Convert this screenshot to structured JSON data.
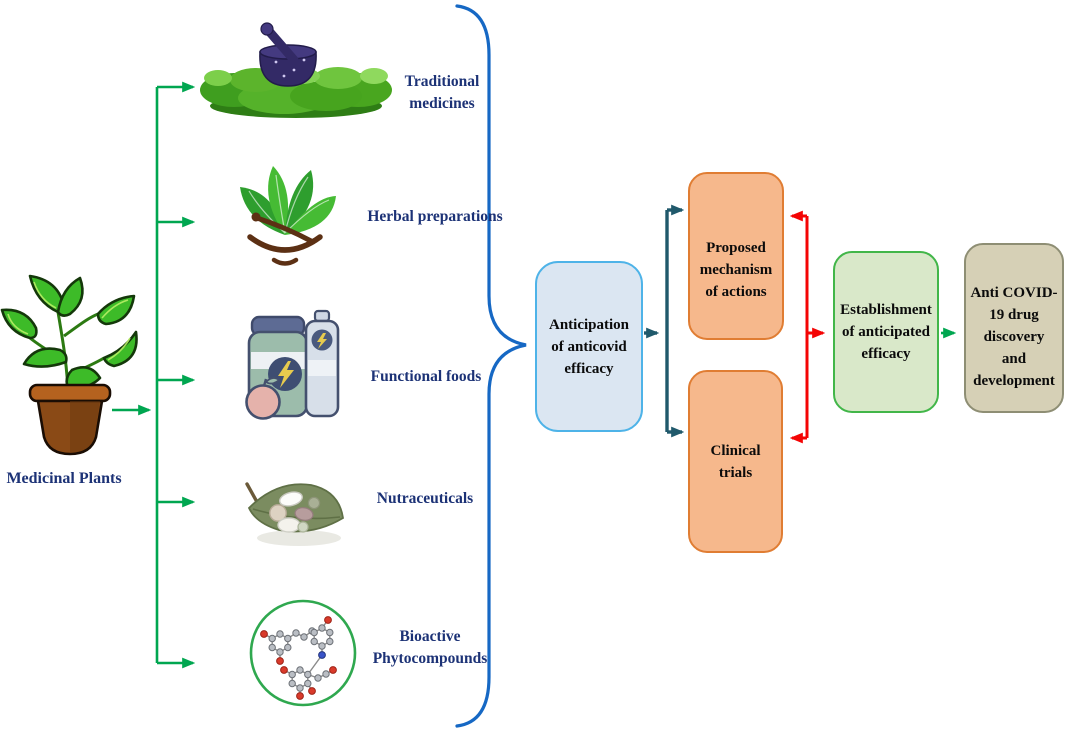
{
  "diagram": {
    "source_label": "Medicinal Plants",
    "source_icon": "potted-plant-icon",
    "branches": [
      {
        "label": "Traditional medicines",
        "icon": "mortar-pestle-herbs-icon"
      },
      {
        "label": "Herbal preparations",
        "icon": "leaves-bowl-icon"
      },
      {
        "label": "Functional foods",
        "icon": "supplement-bottles-icon"
      },
      {
        "label": "Nutraceuticals",
        "icon": "leaf-with-pills-icon"
      },
      {
        "label": "Bioactive Phytocompounds",
        "icon": "phytocompound-molecules-icon"
      }
    ],
    "flow": {
      "anticipation": "Anticipation of anticovid efficacy",
      "proposed_mechanism": "Proposed mechanism of actions",
      "clinical_trials": "Clinical trials",
      "establishment": "Establishment of anticipated efficacy",
      "outcome": "Anti COVID-19 drug discovery and development"
    },
    "colors": {
      "green": "#00A650",
      "blue": "#1668C4",
      "teal": "#20596B",
      "red": "#F40404",
      "navy": "#1C3276",
      "antic-fill": "#DBE6F2",
      "antic-border": "#4EB3E8",
      "orange-fill": "#F6B88C",
      "orange-border": "#E07D33",
      "estab-fill": "#D9E8C9",
      "estab-border": "#42B649",
      "outcome-fill": "#D6D0B6",
      "outcome-border": "#8E8E74"
    }
  }
}
